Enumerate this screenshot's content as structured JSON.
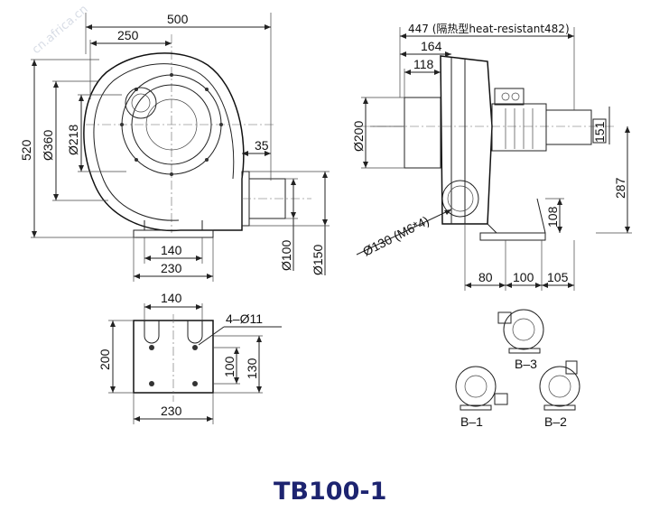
{
  "model": "TB100-1",
  "front_view": {
    "width_total": "500",
    "width_to_center": "250",
    "height_total": "520",
    "housing_dia": "Ø360",
    "inlet_dia": "Ø218",
    "outlet_flange_offset": "35",
    "outlet_inner_dia": "Ø100",
    "outlet_flange_dia": "Ø150",
    "base_hole_span": "140",
    "base_width": "230"
  },
  "side_view": {
    "total_length_label": "447 (隔热型heat-resistant482)",
    "inlet_to_housing": "164",
    "inlet_length": "118",
    "inlet_dia": "Ø200",
    "motor_box": "151",
    "center_height": "287",
    "outlet_height": "108",
    "outlet_dia_label": "Ø130 (M6*4)",
    "base_a": "80",
    "base_b": "100",
    "base_c": "105"
  },
  "base_plate": {
    "hole_span_top": "140",
    "holes_label": "4–Ø11",
    "plate_height": "200",
    "hole_pitch_v": "100",
    "plate_inner": "130",
    "plate_width": "230"
  },
  "orientations": {
    "b1": "B–1",
    "b2": "B–2",
    "b3": "B–3"
  },
  "watermark": "cn.africa.cn"
}
